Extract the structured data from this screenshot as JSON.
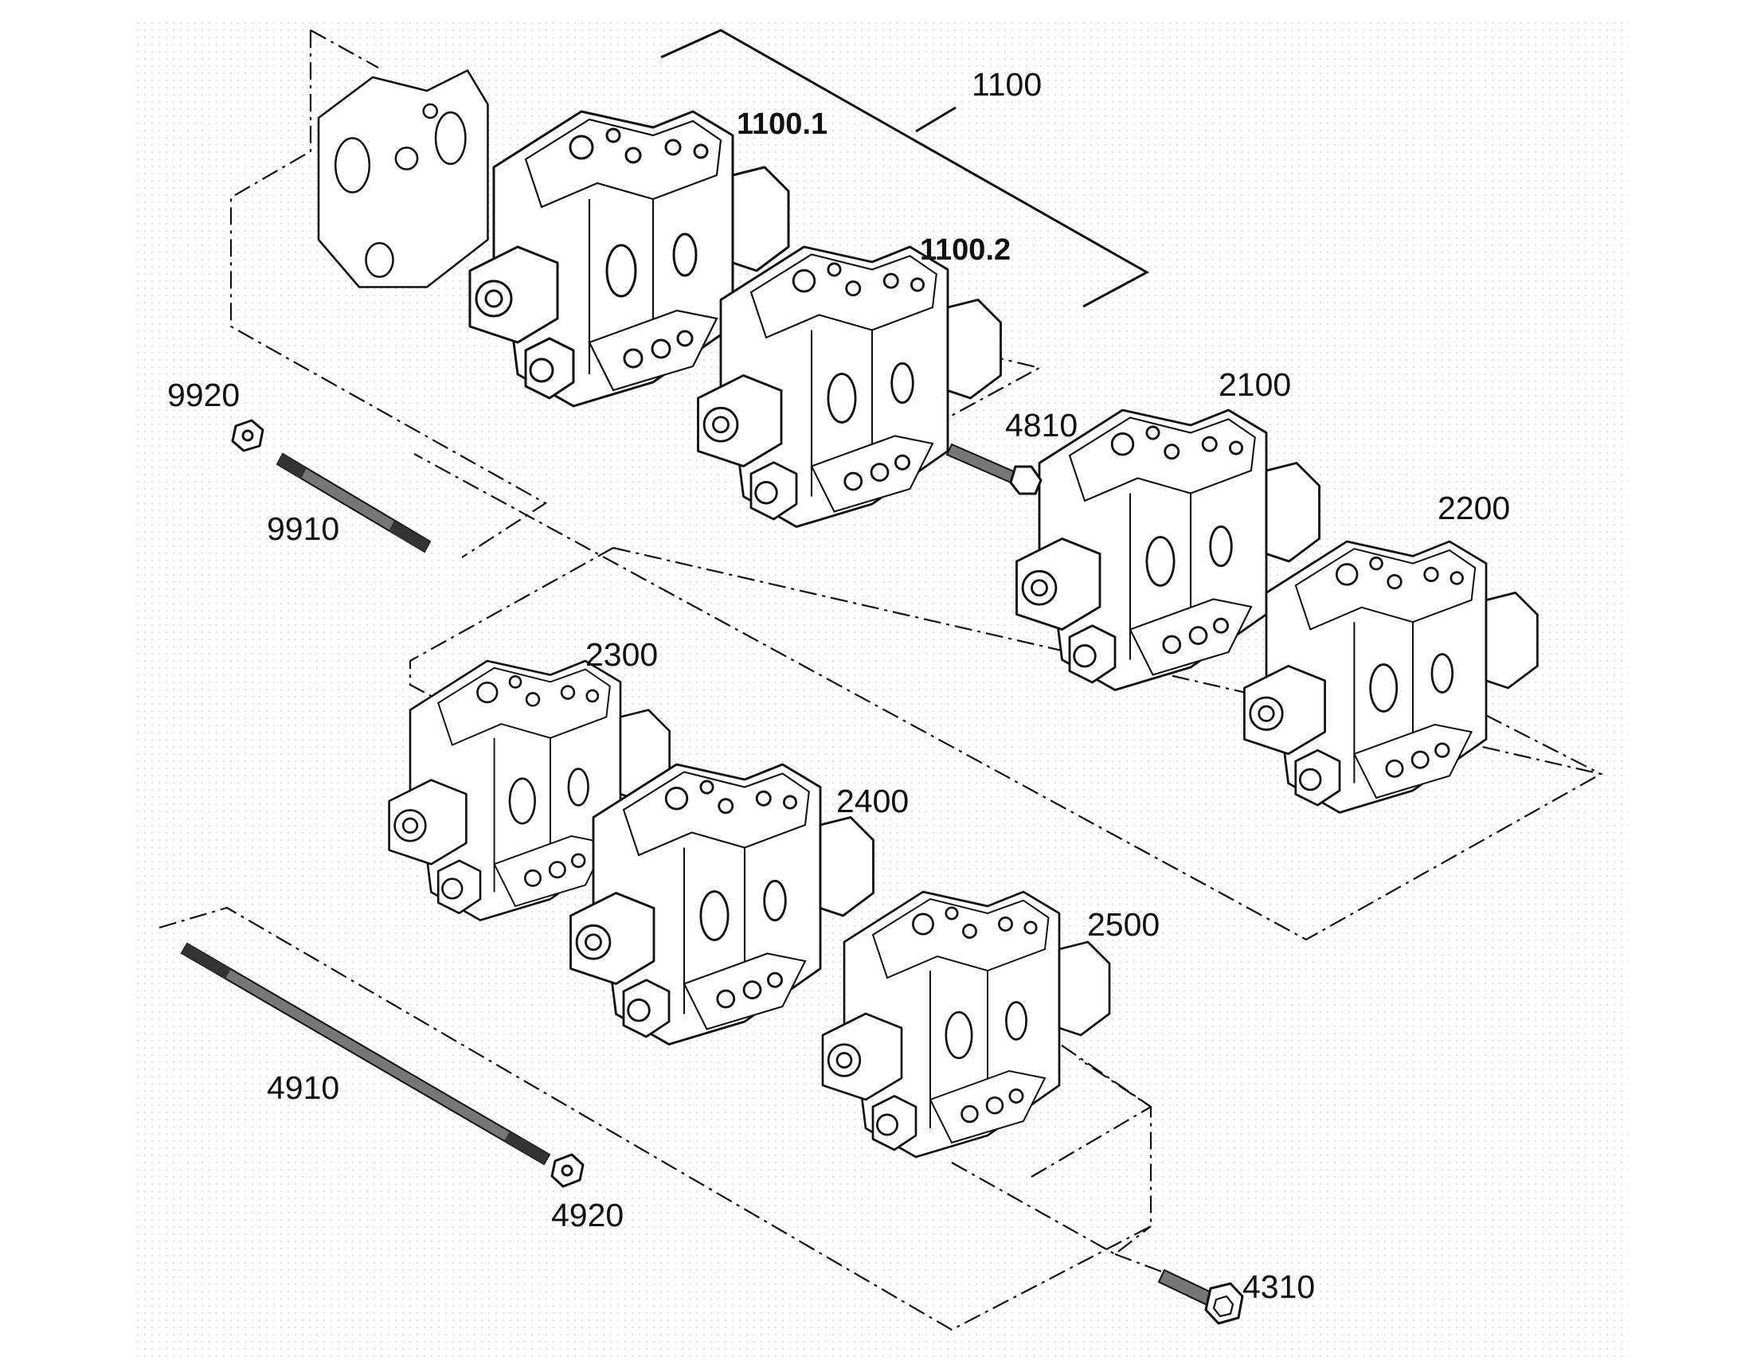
{
  "figure": {
    "background": "#ffffff",
    "line_color": "#111111"
  },
  "labels": {
    "l1100": "1100",
    "l1100_1": "1100.1",
    "l1100_2": "1100.2",
    "l9920": "9920",
    "l9910": "9910",
    "l4810": "4810",
    "l2100": "2100",
    "l2200": "2200",
    "l2300": "2300",
    "l2400": "2400",
    "l2500": "2500",
    "l4910": "4910",
    "l4920": "4920",
    "l4310": "4310"
  }
}
